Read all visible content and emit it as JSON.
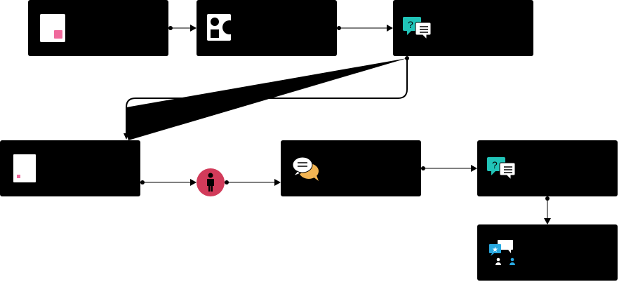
{
  "colors": {
    "node_fill": "#000000",
    "canvas": "#ffffff",
    "accent_pink": "#f06a9c",
    "accent_red": "#d23b5a",
    "accent_teal": "#21c4b8",
    "accent_orange": "#f2b452",
    "accent_blue": "#29a9e1"
  },
  "nodes": [
    {
      "id": "step-1",
      "icon": "document-icon"
    },
    {
      "id": "step-2",
      "icon": "shapes-icon"
    },
    {
      "id": "step-3",
      "icon": "question-chat-icon"
    },
    {
      "id": "step-4",
      "icon": "small-document-icon"
    },
    {
      "id": "step-5",
      "icon": "person-icon"
    },
    {
      "id": "step-6",
      "icon": "conversation-icon"
    },
    {
      "id": "step-7",
      "icon": "question-chat-icon"
    },
    {
      "id": "step-8",
      "icon": "feedback-people-icon"
    }
  ],
  "edges": [
    {
      "from": "step-1",
      "to": "step-2"
    },
    {
      "from": "step-2",
      "to": "step-3"
    },
    {
      "from": "step-3",
      "to": "step-4"
    },
    {
      "from": "step-4",
      "to": "step-5"
    },
    {
      "from": "step-5",
      "to": "step-6"
    },
    {
      "from": "step-6",
      "to": "step-7"
    },
    {
      "from": "step-7",
      "to": "step-8"
    }
  ]
}
